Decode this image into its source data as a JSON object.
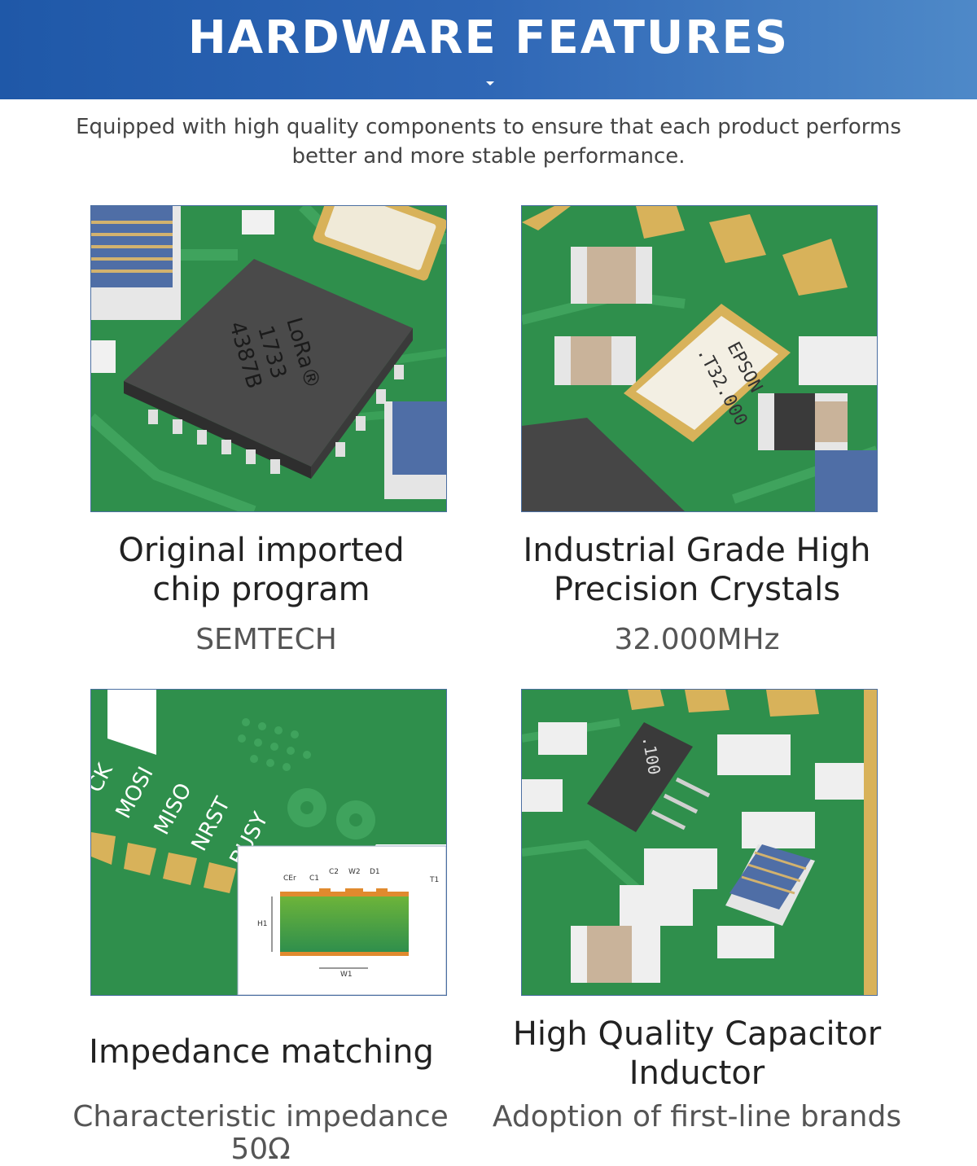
{
  "header": {
    "title": "HARDWARE FEATURES",
    "subtitle_line1": "Equipped with high quality components to ensure that each product performs",
    "subtitle_line2": "better and more stable performance."
  },
  "cards": [
    {
      "title_line1": "Original imported",
      "title_line2": "chip program",
      "sub": "SEMTECH",
      "image": "lora-chip-closeup",
      "chip_text": [
        "LoRa®",
        "1733",
        "4387B"
      ]
    },
    {
      "title_line1": "Industrial Grade High",
      "title_line2": "Precision Crystals",
      "sub": "32.000MHz",
      "image": "crystal-oscillator-closeup",
      "chip_text": [
        "EPSON",
        ".T32.000"
      ]
    },
    {
      "title_line1": "Impedance matching",
      "sub": "Characteristic impedance 50Ω",
      "image": "pcb-pin-labels-and-impedance-diagram",
      "pin_labels": [
        "CK",
        "MOSI",
        "MISO",
        "NRST",
        "BUSY"
      ],
      "diagram_labels": [
        "CEr",
        "C1",
        "C2",
        "W2",
        "D1",
        "T1",
        "H1",
        "W1"
      ]
    },
    {
      "title_line1": "High Quality Capacitor",
      "title_line2": "Inductor",
      "sub": "Adoption of first-line brands",
      "image": "capacitor-inductor-closeup",
      "chip_text": [
        ".100"
      ]
    }
  ],
  "colors": {
    "banner_start": "#1f58a8",
    "banner_end": "#4e89c8",
    "pcb_green": "#2e8b4a",
    "gold": "#d8b25a"
  }
}
